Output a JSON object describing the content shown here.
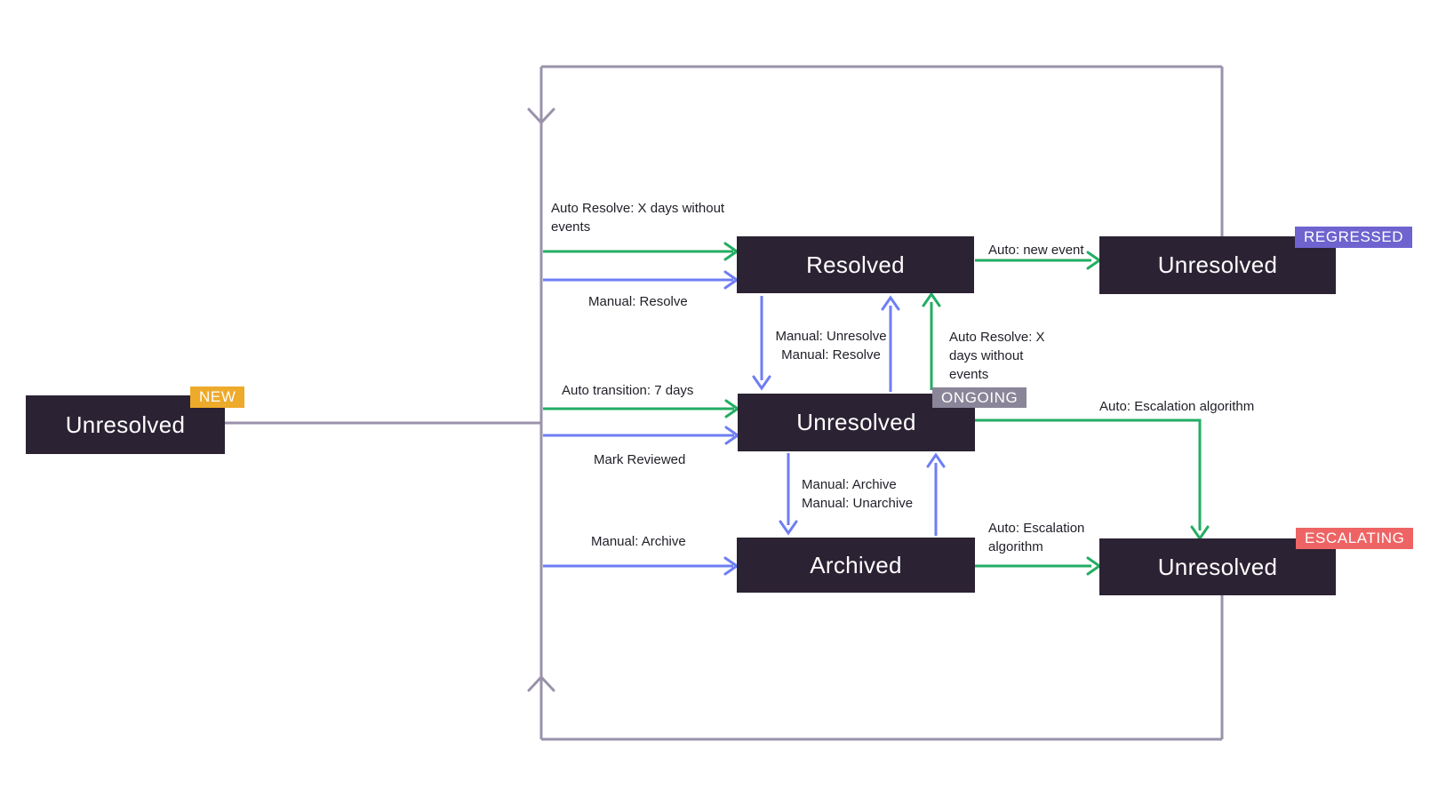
{
  "nodes": {
    "new": {
      "label": "Unresolved",
      "badge": "NEW"
    },
    "resolved": {
      "label": "Resolved"
    },
    "ongoing": {
      "label": "Unresolved",
      "badge": "ONGOING"
    },
    "archived": {
      "label": "Archived"
    },
    "regressed": {
      "label": "Unresolved",
      "badge": "REGRESSED"
    },
    "escalating": {
      "label": "Unresolved",
      "badge": "ESCALATING"
    }
  },
  "edge_labels": {
    "auto_resolve_to_resolved": "Auto Resolve: X days without\nevents",
    "manual_resolve_to_resolved": "Manual: Resolve",
    "auto_new_event": "Auto: new event",
    "manual_unresolve_resolve": "Manual: Unresolve\nManual: Resolve",
    "auto_resolve_from_ongoing": "Auto Resolve: X\ndays without\nevents",
    "auto_transition_7_days": "Auto transition: 7 days",
    "mark_reviewed": "Mark Reviewed",
    "auto_escalation_algorithm_top": "Auto: Escalation algorithm",
    "manual_archive_unarchive": "Manual: Archive\nManual: Unarchive",
    "manual_archive": "Manual: Archive",
    "auto_escalation_algorithm_bottom": "Auto: Escalation\nalgorithm"
  },
  "colors": {
    "node_bg": "#2b2233",
    "node_text": "#ffffff",
    "auto_edge_green": "#23ad63",
    "manual_edge_blue": "#6e7ef4",
    "flow_edge_gray": "#9a92ab",
    "badge_new": "#edaa2b",
    "badge_ongoing": "#8b8599",
    "badge_regressed": "#6e63cf",
    "badge_escalating": "#ee6465",
    "label_text": "#1f1f28",
    "background": "#ffffff"
  }
}
